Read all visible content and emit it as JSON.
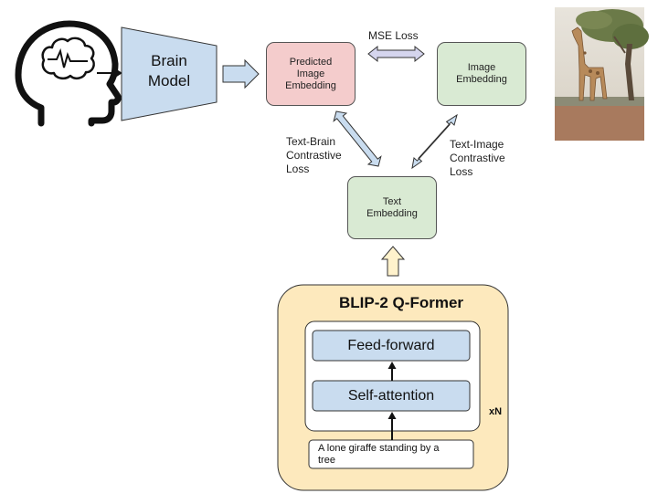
{
  "brain_model": {
    "line1": "Brain",
    "line2": "Model"
  },
  "predicted": {
    "line1": "Predicted",
    "line2": "Image",
    "line3": "Embedding"
  },
  "image_embedding": {
    "line1": "Image",
    "line2": "Embedding"
  },
  "text_embedding": {
    "line1": "Text",
    "line2": "Embedding"
  },
  "losses": {
    "mse": "MSE Loss",
    "text_brain": [
      "Text-Brain",
      "Contrastive",
      "Loss"
    ],
    "text_image": [
      "Text-Image",
      "Contrastive",
      "Loss"
    ]
  },
  "qformer": {
    "title": "BLIP-2 Q-Former",
    "feed_forward": "Feed-forward",
    "self_attention": "Self-attention",
    "repeat": "xN",
    "caption_line1": "A lone giraffe standing by a",
    "caption_line2": "tree"
  },
  "colors": {
    "brain_model": "#c9dcef",
    "predicted": "#f4cccc",
    "green": "#d9ead3",
    "qformer_bg": "#fde9bd",
    "inner_block": "#c9dcef",
    "arrow_fill": "#c9dcef",
    "up_arrow_fill": "#fff2cc"
  },
  "icons": {
    "head": "head-with-brain-icon",
    "photo": "giraffe-photo"
  }
}
